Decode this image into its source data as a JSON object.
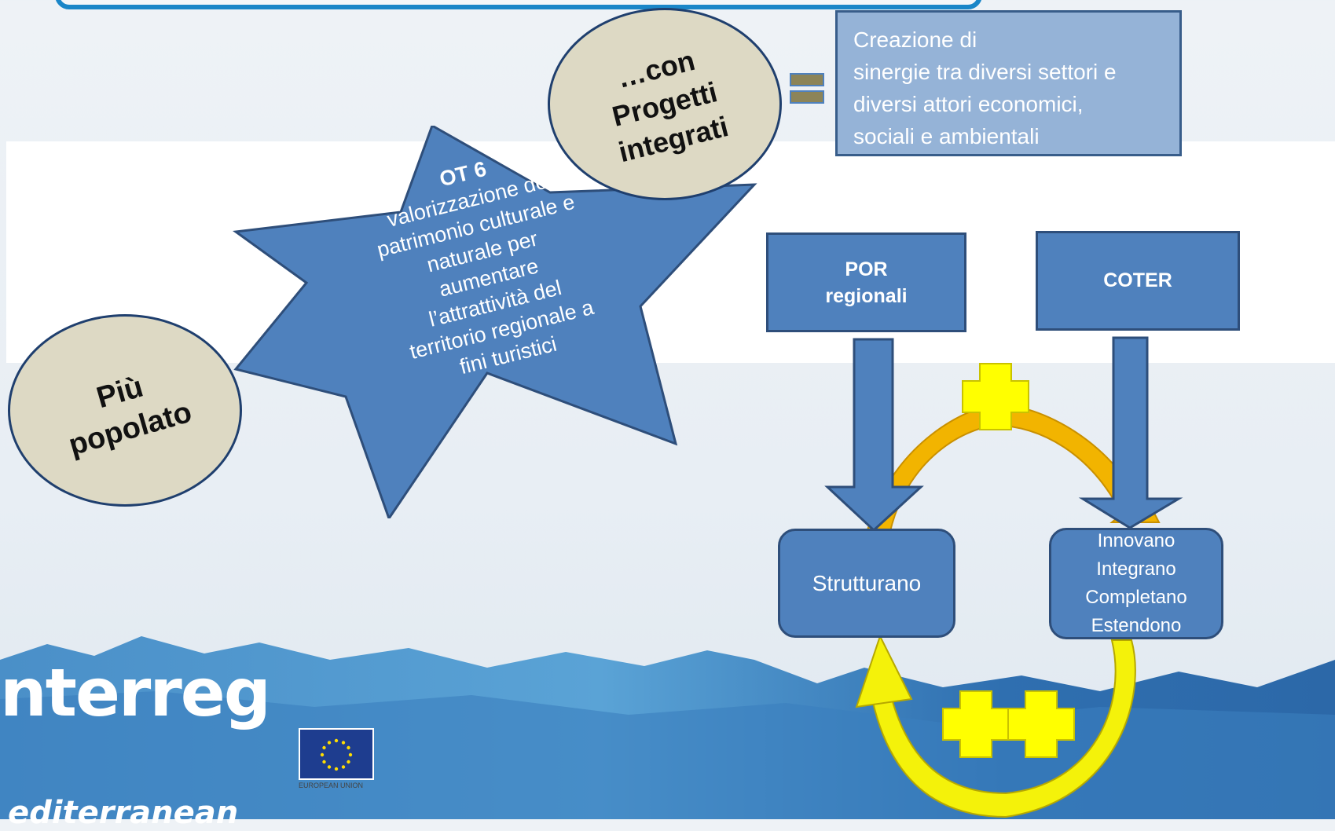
{
  "star": {
    "title": "OT 6",
    "lines": [
      "valorizzazione del",
      "patrimonio culturale e",
      "naturale per",
      "aumentare",
      "l’attrattività del",
      "territorio regionale a",
      "fini turistici"
    ]
  },
  "ellipse_left": {
    "lines": [
      "Più",
      "popolato"
    ]
  },
  "ellipse_top": {
    "lines": [
      "…con",
      "Progetti",
      "integrati"
    ]
  },
  "equals_symbol": "=",
  "result_box": {
    "lines": [
      "Creazione di",
      "sinergie tra diversi settori e",
      "diversi attori economici,",
      "sociali e ambientali"
    ]
  },
  "por_box": {
    "lines": [
      "POR",
      "regionali"
    ]
  },
  "coter_box": {
    "label": "COTER"
  },
  "strutturano_box": {
    "label": "Strutturano"
  },
  "innovano_box": {
    "lines": [
      "Innovano",
      "Integrano",
      "Completano",
      "Estendono"
    ]
  },
  "logo": {
    "brand": "nterreg",
    "sub": "editerranean",
    "eu_label": "EUROPEAN UNION"
  },
  "colors": {
    "box_blue": "#4f81bd",
    "light_blue": "#95b3d7",
    "ellipse_fill": "#ddd9c4",
    "plus_yellow": "#ffff00",
    "arrow_orange": "#f2b400",
    "arrow_yellow": "#f4f20a"
  }
}
